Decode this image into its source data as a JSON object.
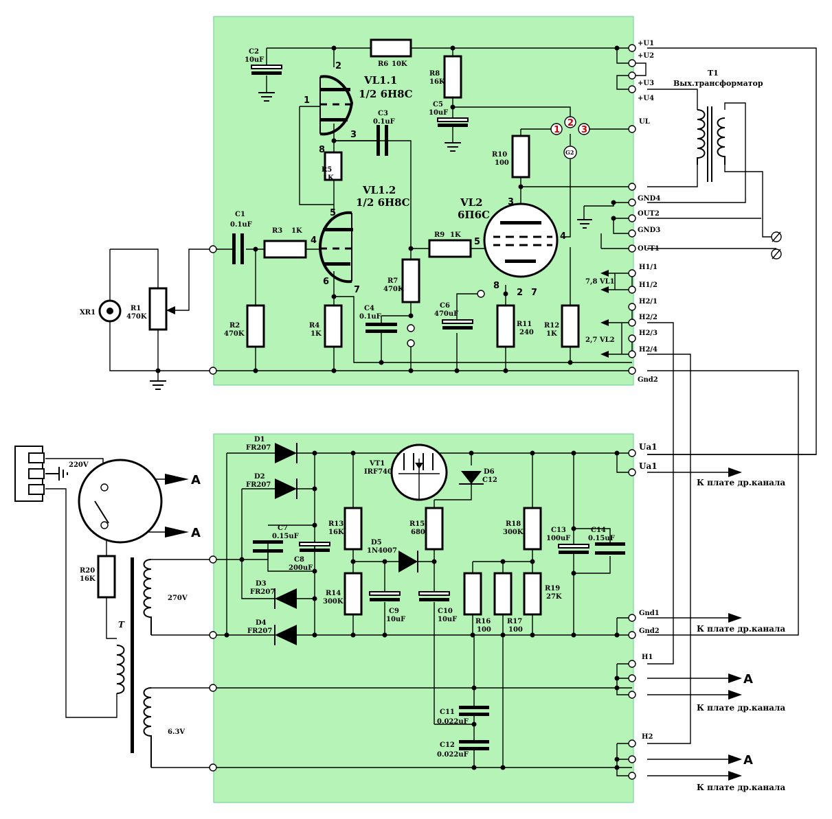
{
  "board_top": {
    "fill": "#b6f3b6"
  },
  "board_bottom": {
    "fill": "#b6f3b6"
  },
  "tubes": {
    "vl11": {
      "name": "VL1.1",
      "type": "1/2 6Н8С",
      "pins": [
        "1",
        "2",
        "3",
        "8"
      ]
    },
    "vl12": {
      "name": "VL1.2",
      "type": "1/2 6Н8С",
      "pins": [
        "4",
        "5",
        "6",
        "7"
      ]
    },
    "vl2": {
      "name": "VL2",
      "type": "6П6С",
      "pins": [
        "3",
        "4",
        "5",
        "8",
        "2",
        "7"
      ]
    }
  },
  "components_top": {
    "c1": [
      "C1",
      "0.1uF"
    ],
    "c2": [
      "C2",
      "10uF"
    ],
    "c3": [
      "C3",
      "0.1uF"
    ],
    "c4": [
      "C4",
      "0.1uF"
    ],
    "c5": [
      "C5",
      "10uF"
    ],
    "c6": [
      "C6",
      "470uF"
    ],
    "r1": [
      "R1",
      "470K"
    ],
    "r2": [
      "R2",
      "470K"
    ],
    "r3": [
      "R3",
      "1K"
    ],
    "r4": [
      "R4",
      "1K"
    ],
    "r5": [
      "R5",
      "1K"
    ],
    "r6": [
      "R6",
      "10K"
    ],
    "r7": [
      "R7",
      "470K"
    ],
    "r8": [
      "R8",
      "16K"
    ],
    "r9": [
      "R9",
      "1K"
    ],
    "r10": [
      "R10",
      "100"
    ],
    "r11": [
      "R11",
      "240"
    ],
    "r12": [
      "R12",
      "1K"
    ],
    "xr1": "XR1"
  },
  "ul_markers": [
    "1",
    "2",
    "3",
    "G2"
  ],
  "connectors_top": [
    "+U1",
    "+U2",
    "+U3",
    "+U4",
    "UL",
    "GND4",
    "OUT2",
    "GND3",
    "OUT1",
    "H1/1",
    "H1/2",
    "H2/1",
    "H2/2",
    "H2/3",
    "H2/4",
    "Gnd2"
  ],
  "heater_labels": [
    "7,8 VL1",
    "2,7 VL2"
  ],
  "transformer_out": {
    "name": "T1",
    "desc": "Вых.трансформатор"
  },
  "components_bottom": {
    "d1": [
      "D1",
      "FR207"
    ],
    "d2": [
      "D2",
      "FR207"
    ],
    "d3": [
      "D3",
      "FR207"
    ],
    "d4": [
      "D4",
      "FR207"
    ],
    "d5": [
      "D5",
      "1N4007"
    ],
    "d6": [
      "D6",
      "C12"
    ],
    "vt1": [
      "VT1",
      "IRF740"
    ],
    "c7": [
      "C7",
      "0.15uF"
    ],
    "c8": [
      "C8",
      "200uF"
    ],
    "c9": [
      "C9",
      "10uF"
    ],
    "c10": [
      "C10",
      "10uF"
    ],
    "c11": [
      "C11",
      "0.022uF"
    ],
    "c12": [
      "C12",
      "0.022uF"
    ],
    "c13": [
      "C13",
      "100uF"
    ],
    "c14": [
      "C14",
      "0.15uF"
    ],
    "r13": [
      "R13",
      "16K"
    ],
    "r14": [
      "R14",
      "300K"
    ],
    "r15": [
      "R15",
      "680"
    ],
    "r16": [
      "R16",
      "100"
    ],
    "r17": [
      "R17",
      "100"
    ],
    "r18": [
      "R18",
      "300K"
    ],
    "r19": [
      "R19",
      "27K"
    ],
    "r20": [
      "R20",
      "16K"
    ]
  },
  "connectors_bottom": [
    "Ua1",
    "Ua1",
    "Gnd1",
    "Gnd2",
    "H1",
    "H2"
  ],
  "mains": {
    "voltage": "220V",
    "secondary_hv": "270V",
    "secondary_lv": "6.3V",
    "transformer": "T"
  },
  "arrow_label": "A",
  "other_channel": "К плате др.канала"
}
